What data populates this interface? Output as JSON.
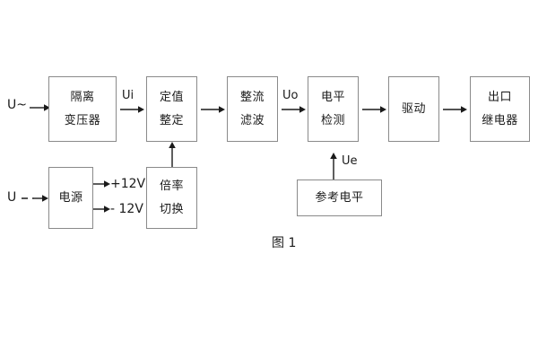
{
  "figure": {
    "caption": "图 1",
    "stroke_color": "#1a1a1a",
    "box_border_color": "#8a8a8a",
    "background": "#ffffff"
  },
  "signal_chain": {
    "input_label": "U~",
    "blocks": [
      {
        "id": "isolation-transformer",
        "line1": "隔离",
        "line2": "变压器"
      },
      {
        "id": "setting-value",
        "line1": "定值",
        "line2": "整定"
      },
      {
        "id": "rectify-filter",
        "line1": "整流",
        "line2": "滤波"
      },
      {
        "id": "level-detection",
        "line1": "电平",
        "line2": "检测"
      },
      {
        "id": "drive",
        "line1": "驱动",
        "line2": ""
      },
      {
        "id": "output-relay",
        "line1": "出口",
        "line2": "继电器"
      }
    ],
    "signal_labels": {
      "ui": "Ui",
      "uo": "Uo",
      "ue": "Ue"
    }
  },
  "power_chain": {
    "input_label": "U",
    "blocks": [
      {
        "id": "power-supply",
        "line1": "电源",
        "line2": ""
      },
      {
        "id": "range-switch",
        "line1": "倍率",
        "line2": "切换"
      }
    ],
    "rail_labels": {
      "positive": "+12V",
      "negative": "- 12V"
    }
  },
  "reference": {
    "block": {
      "id": "reference-level",
      "line1": "参考电平",
      "line2": ""
    }
  }
}
